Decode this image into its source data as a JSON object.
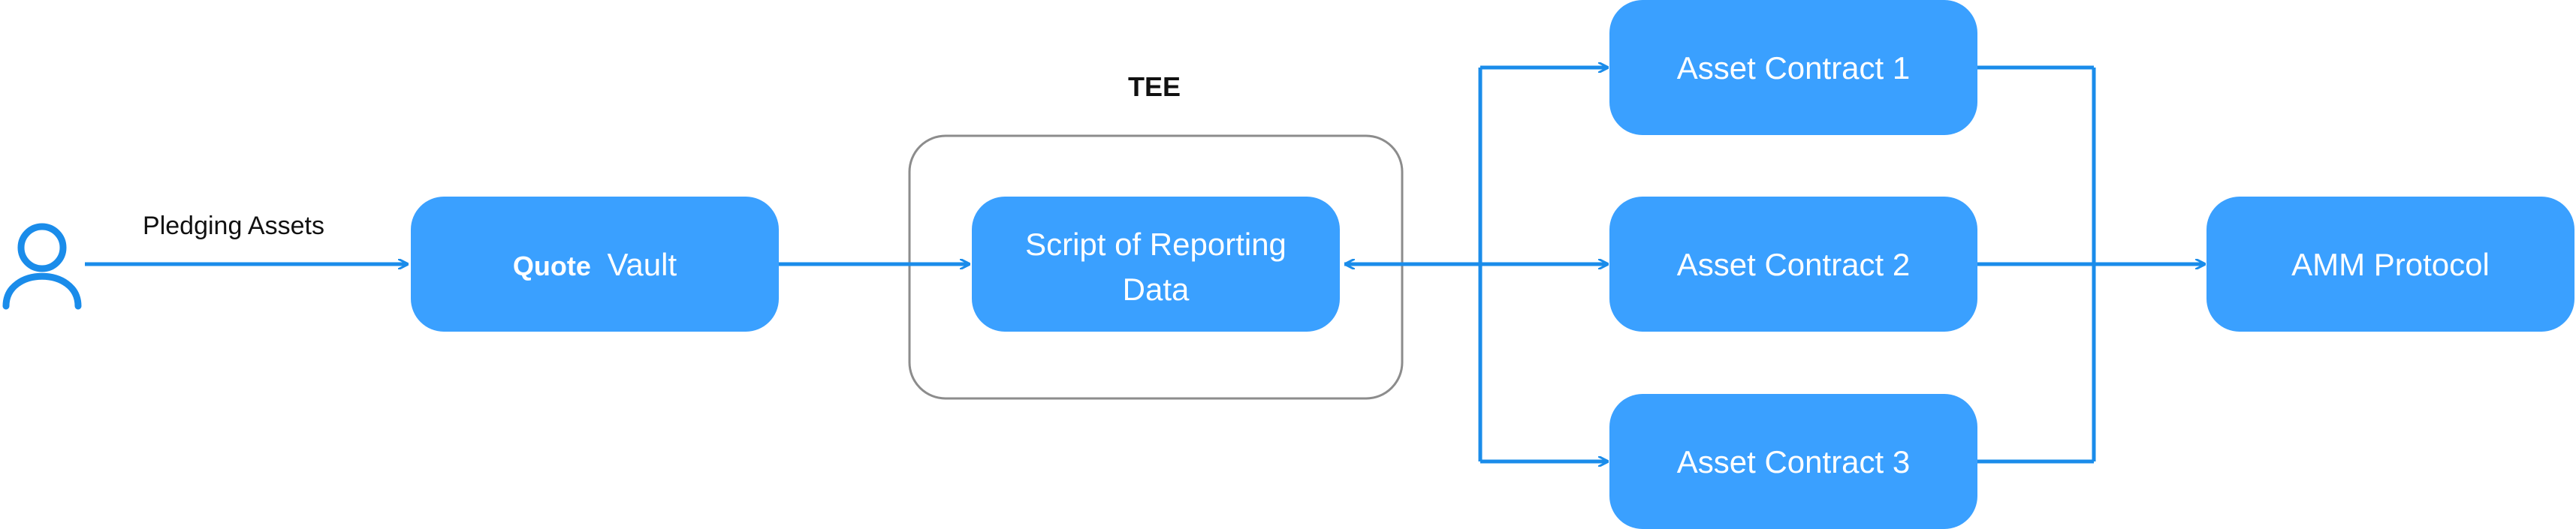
{
  "colors": {
    "node_fill": "#3aa0ff",
    "connector": "#1a8cea",
    "tee_border": "#8c8c8c",
    "text_on_node": "#ffffff",
    "label_text": "#111111"
  },
  "tee": {
    "title": "TEE"
  },
  "user": {
    "icon": "user-icon",
    "edge_label": "Pledging Assets"
  },
  "nodes": {
    "vault": {
      "prefix": "Quote",
      "label": "Vault"
    },
    "script": {
      "line1": "Script of Reporting",
      "line2": "Data"
    },
    "asset1": {
      "label": "Asset Contract 1"
    },
    "asset2": {
      "label": "Asset Contract 2"
    },
    "asset3": {
      "label": "Asset Contract 3"
    },
    "amm": {
      "label": "AMM Protocol"
    }
  }
}
